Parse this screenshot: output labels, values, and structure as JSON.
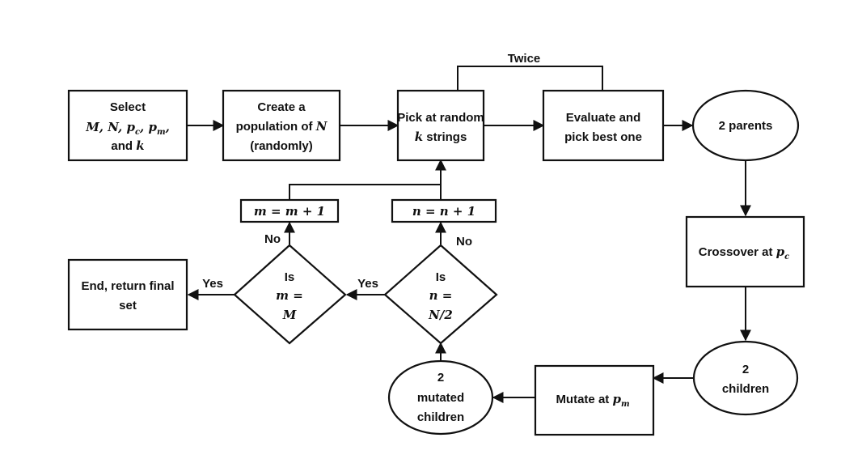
{
  "nodes": {
    "select": {
      "line1": "Select",
      "line2": "M, N, p",
      "sub_c": "c",
      "sep": ", p",
      "sub_m": "m",
      "comma": ",",
      "line3_a": "and ",
      "line3_b": "k"
    },
    "create": {
      "line1": "Create a",
      "line2_a": "population of ",
      "line2_b": "N",
      "line3": "(randomly)"
    },
    "pick": {
      "line1": "Pick at random",
      "line2_a": "k",
      "line2_b": " strings"
    },
    "evaluate": {
      "line1": "Evaluate and",
      "line2": "pick best one"
    },
    "parents": {
      "label": "2 parents"
    },
    "crossover": {
      "label": "Crossover at ",
      "var": "p",
      "sub": "c"
    },
    "children": {
      "line1": "2",
      "line2": "children"
    },
    "mutate": {
      "label": "Mutate at ",
      "var": "p",
      "sub": "m"
    },
    "mutated": {
      "line1": "2",
      "line2": "mutated",
      "line3": "children"
    },
    "is_n": {
      "line1": "Is",
      "line2": "n =",
      "line3": "N/2"
    },
    "is_m": {
      "line1": "Is",
      "line2": "m =",
      "line3": "M"
    },
    "n_update": {
      "label": "n = n + 1"
    },
    "m_update": {
      "label": "m = m + 1"
    },
    "end": {
      "line1": "End, return final",
      "line2": "set"
    }
  },
  "edge_labels": {
    "twice": "Twice",
    "yes_n": "Yes",
    "no_n": "No",
    "yes_m": "Yes",
    "no_m": "No"
  }
}
